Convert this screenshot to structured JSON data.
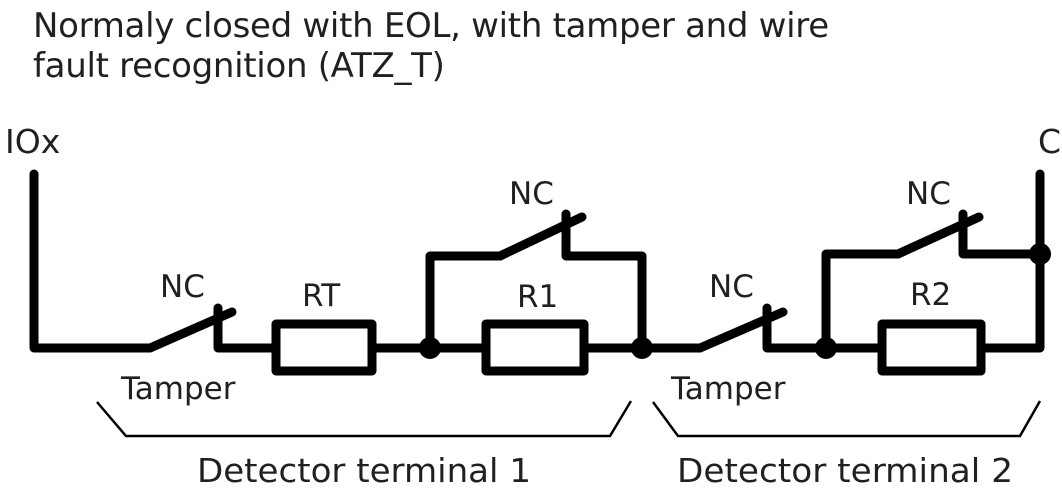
{
  "title": {
    "line1": "Normaly closed with EOL, with tamper and wire",
    "line2": "fault recognition (ATZ_T)"
  },
  "terminals": {
    "input": "IOx",
    "common": "C"
  },
  "components": {
    "tamper1_switch": "NC",
    "tamper1_label": "Tamper",
    "rt": "RT",
    "alarm1_switch": "NC",
    "r1": "R1",
    "tamper2_switch": "NC",
    "tamper2_label": "Tamper",
    "alarm2_switch": "NC",
    "r2": "R2"
  },
  "groups": {
    "detector1": "Detector terminal 1",
    "detector2": "Detector terminal 2"
  },
  "colors": {
    "ink": "#000000",
    "text": "#231f20",
    "background": "#ffffff"
  }
}
